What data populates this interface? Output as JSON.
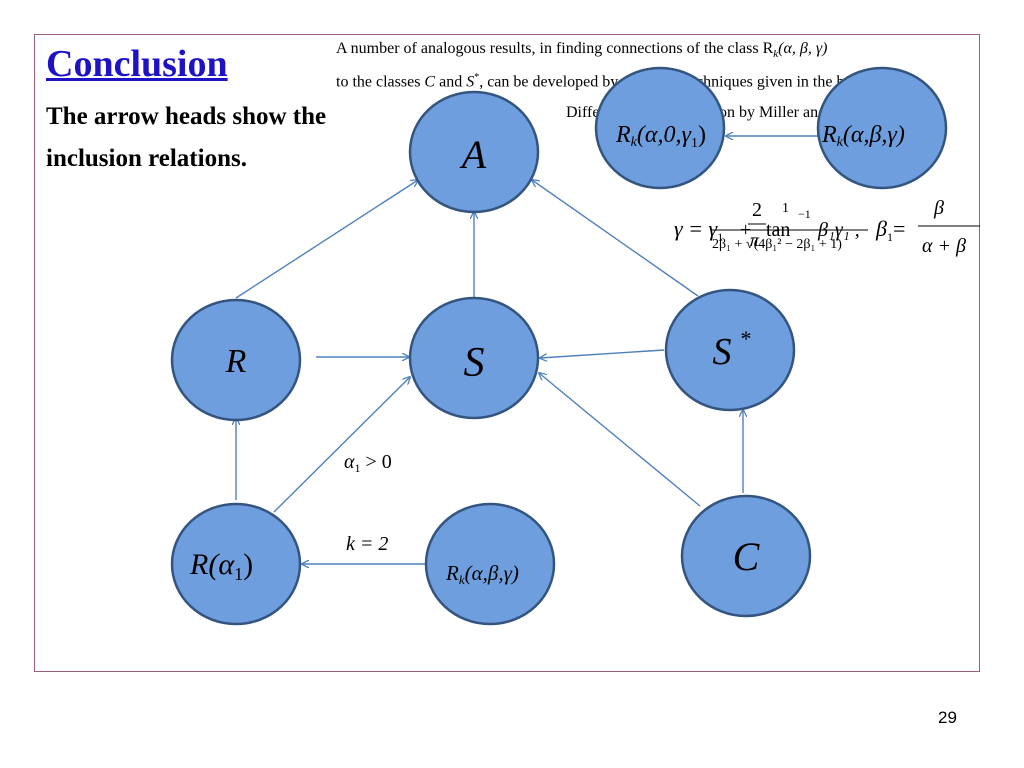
{
  "slide": {
    "title": "Conclusion",
    "subtitle": "The arrow heads show the inclusion relations.",
    "note_line1": "A number of analogous results, in finding connections of the class R",
    "note_line1_k": "k",
    "note_line1_args": "(α, β, γ)",
    "note_line2_prefix": "to the classes ",
    "note_line2_c": "C",
    "note_line2_and": " and ",
    "note_line2_s": "S",
    "note_line2_star": "*",
    "note_line2_suffix": ", can be developed by using the techniques given in the book,",
    "note_line3": "Differential Subordination by Miller and Mocanu [5].",
    "page_number": "29"
  },
  "nodes": {
    "A": "A",
    "R": "R",
    "S": "S",
    "Sstar": "S",
    "Sstar_sup": "*",
    "C": "C",
    "Ralpha1": "R(α",
    "Ralpha1_sub": "1",
    "Ralpha1_close": ")",
    "Rk_bottom": "R",
    "Rk_bottom_sub": "k",
    "Rk_bottom_args": "(α,β,γ)",
    "Rk_topleft": "R",
    "Rk_topleft_sub": "k",
    "Rk_topleft_args": "(α,0,γ",
    "Rk_topleft_args_sub": "1",
    "Rk_topleft_close": ")",
    "Rk_topright": "R",
    "Rk_topright_sub": "k",
    "Rk_topright_args": "(α,β,γ)"
  },
  "edge_labels": {
    "alpha_cond": "α",
    "alpha_cond_sub": "1",
    "alpha_cond_rest": " > 0",
    "k_cond": "k = 2"
  },
  "formula": {
    "gamma_lhs": "γ = γ",
    "gamma_lhs_sub": "1",
    "gamma_plus": "+",
    "gamma_frac_num": "2",
    "gamma_frac_den": "π",
    "gamma_tan": "tan",
    "gamma_tan_sup": "−1",
    "gamma_tan_num": "1",
    "gamma_den": "2β₁ + √(4β₁² − 2β₁ + 1)",
    "gamma_tail": "β₁γ₁ ,",
    "beta_lhs": "β",
    "beta_lhs_sub": "1",
    "beta_eq": "=",
    "beta_num": "β",
    "beta_den": "α + β"
  }
}
